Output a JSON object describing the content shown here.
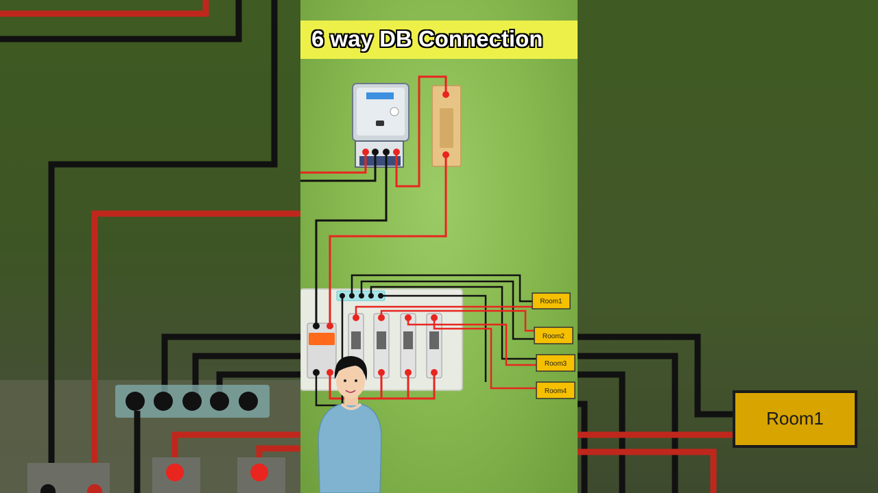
{
  "title": "6 way DB Connection",
  "rooms": [
    "Room1",
    "Room2",
    "Room3",
    "Room4"
  ],
  "right_blur_label": "Room1",
  "colors": {
    "phase_wire": "#e8251f",
    "neutral_wire": "#111111",
    "title_band": "#eef04a",
    "room_box": "#f5c000",
    "background": "#8cbf55"
  },
  "icons": [
    "energy-meter-icon",
    "main-switch-icon",
    "double-pole-mcb-icon",
    "single-pole-mcb-icon",
    "neutral-link-icon",
    "cartoon-man-icon"
  ]
}
